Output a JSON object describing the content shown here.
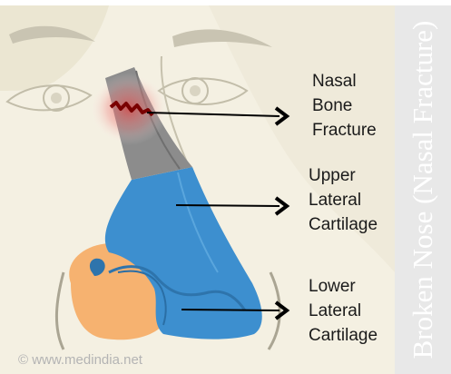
{
  "labels": {
    "nasal_bone_fracture": "Nasal\nBone\nFracture",
    "upper_lateral_cartilage": "Upper\nLateral\nCartilage",
    "lower_lateral_cartilage": "Lower\nLateral\nCartilage"
  },
  "side_title": "Broken Nose (Nasal Fracture)",
  "watermark": "© www.medindia.net",
  "colors": {
    "skin": "#f3efdf",
    "bone": "#8c8c8c",
    "upper_cartilage": "#3d8fcf",
    "lower_cartilage": "#f6b270",
    "fracture_glow": "#e05050",
    "fracture_line": "#8b0000",
    "arrow": "#000000",
    "side_panel": "#e8e8e8"
  }
}
